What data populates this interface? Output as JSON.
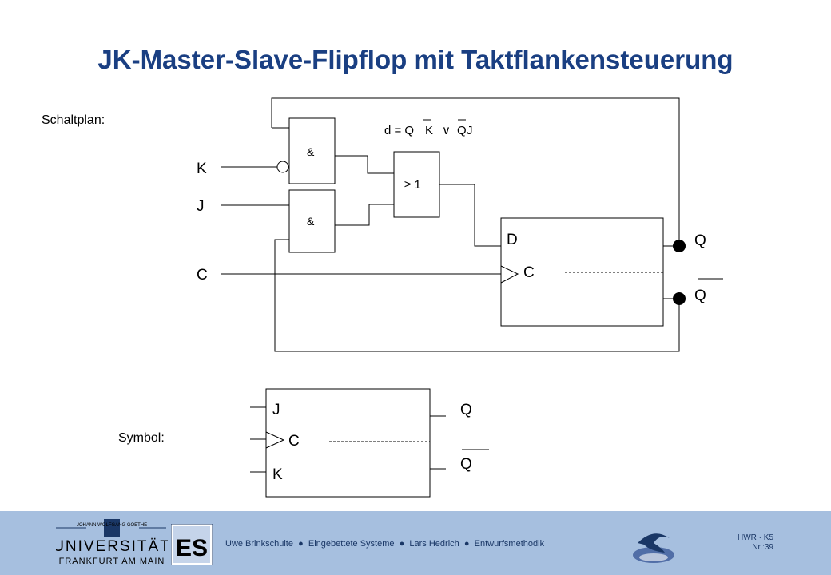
{
  "title": "JK-Master-Slave-Flipflop mit Taktflankensteuerung",
  "schaltplan_label": "Schaltplan:",
  "symbol_label": "Symbol:",
  "formula": {
    "prefix": "d = Q",
    "k": "K",
    "or": "∨",
    "q2": "Q",
    "j": "J"
  },
  "inputs": {
    "k": "K",
    "j": "J",
    "c": "C"
  },
  "gates": {
    "and_top": "&",
    "and_bottom": "&",
    "or": "≥ 1"
  },
  "dff": {
    "d": "D",
    "c": "C",
    "q": "Q",
    "qbar": "Q"
  },
  "symbol": {
    "j": "J",
    "c": "C",
    "k": "K",
    "q": "Q",
    "qbar": "Q"
  },
  "footer": {
    "university": [
      "JOHANN WOLFGANG GOETHE",
      "UNIVERSITÄT",
      "FRANKFURT AM MAIN"
    ],
    "es_logo": "ES",
    "author1": "Uwe Brinkschulte",
    "course1": "Eingebettete Systeme",
    "author2": "Lars Hedrich",
    "course2": "Entwurfsmethodik",
    "code": "HWR · K5",
    "page": "Nr.:39"
  },
  "colors": {
    "title": "#1a3f82",
    "footer_bg": "#a6bfdf",
    "footer_text": "#1a3766"
  }
}
